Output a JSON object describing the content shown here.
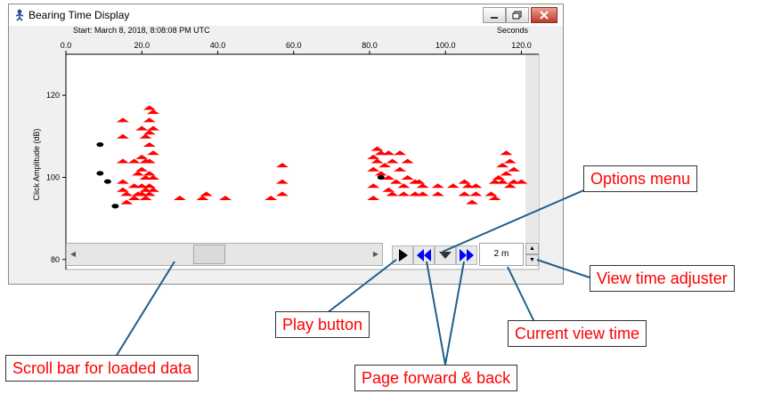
{
  "window": {
    "title": "Bearing Time Display",
    "start_text": "Start: March 8, 2018, 8:08:08 PM UTC",
    "x_unit": "Seconds"
  },
  "controls": {
    "view_time": "2 m"
  },
  "annotations": {
    "options_menu": "Options menu",
    "view_time_adjuster": "View time adjuster",
    "play_button": "Play button",
    "current_view_time": "Current view time",
    "scroll_bar": "Scroll bar for loaded data",
    "page_forward_back": "Page forward & back"
  },
  "colors": {
    "clicks": "#ff0000",
    "other_clicks": "#000000",
    "callout_text": "#ff0000",
    "nav_arrows": "#0000ff",
    "leader_lines": "#1f5f8b"
  },
  "icons": [
    "person-app-icon",
    "minimize-icon",
    "maximize-icon",
    "close-icon",
    "play-icon",
    "page-back-icon",
    "options-dropdown-icon",
    "page-forward-icon",
    "spin-up-icon",
    "spin-down-icon"
  ],
  "chart_data": {
    "type": "scatter",
    "ylabel": "Click Amplitude (dB)",
    "xlabel": "",
    "xlim": [
      0,
      122
    ],
    "ylim": [
      78,
      130
    ],
    "x_ticks": [
      "0.0",
      "20.0",
      "40.0",
      "60.0",
      "80.0",
      "100.0",
      "120.0"
    ],
    "y_ticks": [
      "80",
      "100",
      "120"
    ],
    "series": [
      {
        "color": "#ff0000",
        "points": [
          [
            15,
            114
          ],
          [
            15,
            110
          ],
          [
            15,
            104
          ],
          [
            15,
            99
          ],
          [
            15,
            97
          ],
          [
            16,
            94
          ],
          [
            16,
            96
          ],
          [
            18,
            104
          ],
          [
            18,
            98
          ],
          [
            18,
            95
          ],
          [
            19,
            101
          ],
          [
            19,
            96
          ],
          [
            20,
            112
          ],
          [
            20,
            105
          ],
          [
            20,
            102
          ],
          [
            20,
            98
          ],
          [
            20,
            96
          ],
          [
            21,
            110
          ],
          [
            21,
            104
          ],
          [
            21,
            100
          ],
          [
            21,
            97
          ],
          [
            21,
            95
          ],
          [
            22,
            117
          ],
          [
            22,
            114
          ],
          [
            22,
            111
          ],
          [
            22,
            108
          ],
          [
            22,
            104
          ],
          [
            22,
            101
          ],
          [
            22,
            98
          ],
          [
            22,
            96
          ],
          [
            23,
            116
          ],
          [
            23,
            112
          ],
          [
            23,
            106
          ],
          [
            23,
            100
          ],
          [
            23,
            97
          ],
          [
            30,
            95
          ],
          [
            36,
            95
          ],
          [
            37,
            96
          ],
          [
            42,
            95
          ],
          [
            54,
            95
          ],
          [
            57,
            103
          ],
          [
            57,
            99
          ],
          [
            57,
            96
          ],
          [
            81,
            105
          ],
          [
            81,
            102
          ],
          [
            81,
            98
          ],
          [
            81,
            95
          ],
          [
            82,
            107
          ],
          [
            82,
            104
          ],
          [
            83,
            101
          ],
          [
            83,
            106
          ],
          [
            84,
            103
          ],
          [
            85,
            106
          ],
          [
            85,
            100
          ],
          [
            85,
            97
          ],
          [
            86,
            104
          ],
          [
            86,
            96
          ],
          [
            87,
            99
          ],
          [
            88,
            106
          ],
          [
            88,
            102
          ],
          [
            89,
            98
          ],
          [
            89,
            96
          ],
          [
            90,
            104
          ],
          [
            90,
            100
          ],
          [
            92,
            96
          ],
          [
            92,
            99
          ],
          [
            93,
            99
          ],
          [
            94,
            96
          ],
          [
            94,
            98
          ],
          [
            98,
            98
          ],
          [
            98,
            96
          ],
          [
            102,
            98
          ],
          [
            105,
            99
          ],
          [
            105,
            96
          ],
          [
            106,
            98
          ],
          [
            107,
            94
          ],
          [
            108,
            96
          ],
          [
            108,
            98
          ],
          [
            112,
            96
          ],
          [
            113,
            99
          ],
          [
            113,
            95
          ],
          [
            114,
            100
          ],
          [
            115,
            103
          ],
          [
            115,
            99
          ],
          [
            116,
            106
          ],
          [
            116,
            101
          ],
          [
            117,
            104
          ],
          [
            117,
            98
          ],
          [
            118,
            102
          ],
          [
            118,
            99
          ],
          [
            120,
            99
          ]
        ]
      },
      {
        "color": "#000000",
        "points": [
          [
            9,
            108
          ],
          [
            9,
            101
          ],
          [
            11,
            99
          ],
          [
            13,
            93
          ],
          [
            83,
            100
          ]
        ]
      }
    ]
  }
}
